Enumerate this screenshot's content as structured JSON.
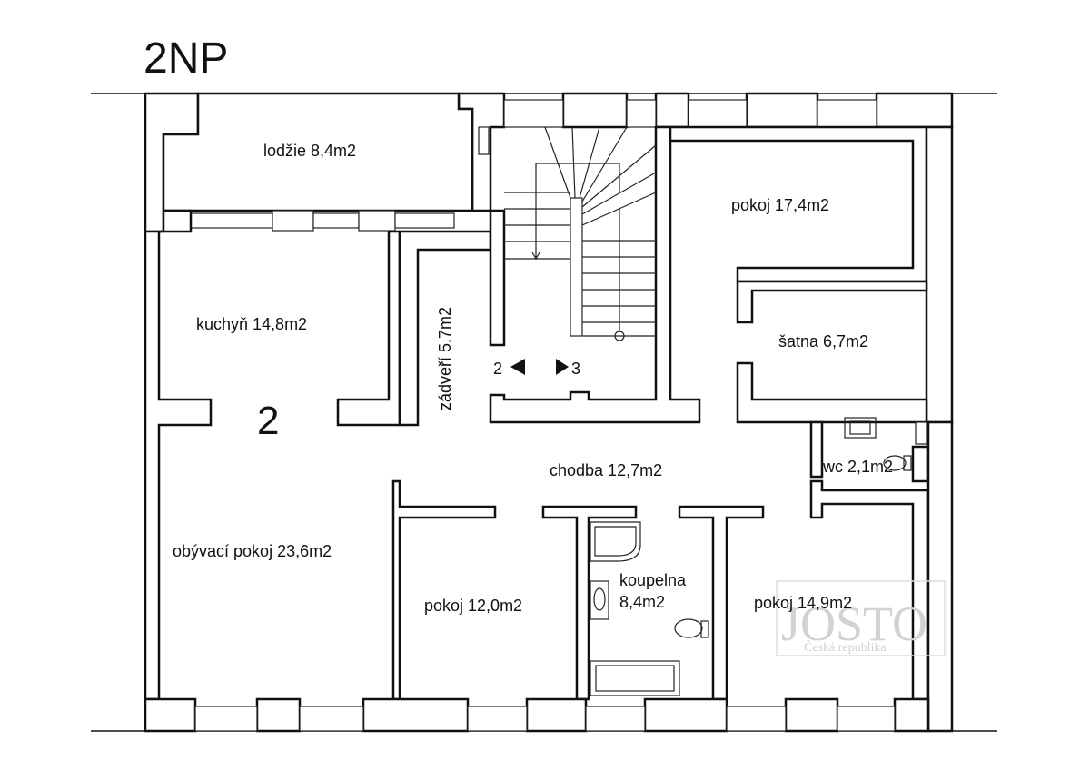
{
  "title": "2NP",
  "unit_number": "2",
  "rooms": {
    "lodzie": "lodžie 8,4m2",
    "kuchyn": "kuchyň 14,8m2",
    "zadveri": "zádveří 5,7m2",
    "obyvaci": "obývací pokoj 23,6m2",
    "pokoj_upper": "pokoj 17,4m2",
    "satna": "šatna 6,7m2",
    "wc": "wc 2,1m2",
    "chodba": "chodba 12,7m2",
    "pokoj_middle": "pokoj 12,0m2",
    "koupelna_line1": "koupelna",
    "koupelna_line2": "8,4m2",
    "pokoj_lower": "pokoj 14,9m2"
  },
  "stairs": {
    "left_unit": "2",
    "right_unit": "3"
  },
  "watermark": {
    "logo": "JOSTO",
    "subtitle": "Česká republika"
  },
  "colors": {
    "walls": "#111111",
    "background": "#ffffff",
    "watermark": "#d2d2d2"
  }
}
